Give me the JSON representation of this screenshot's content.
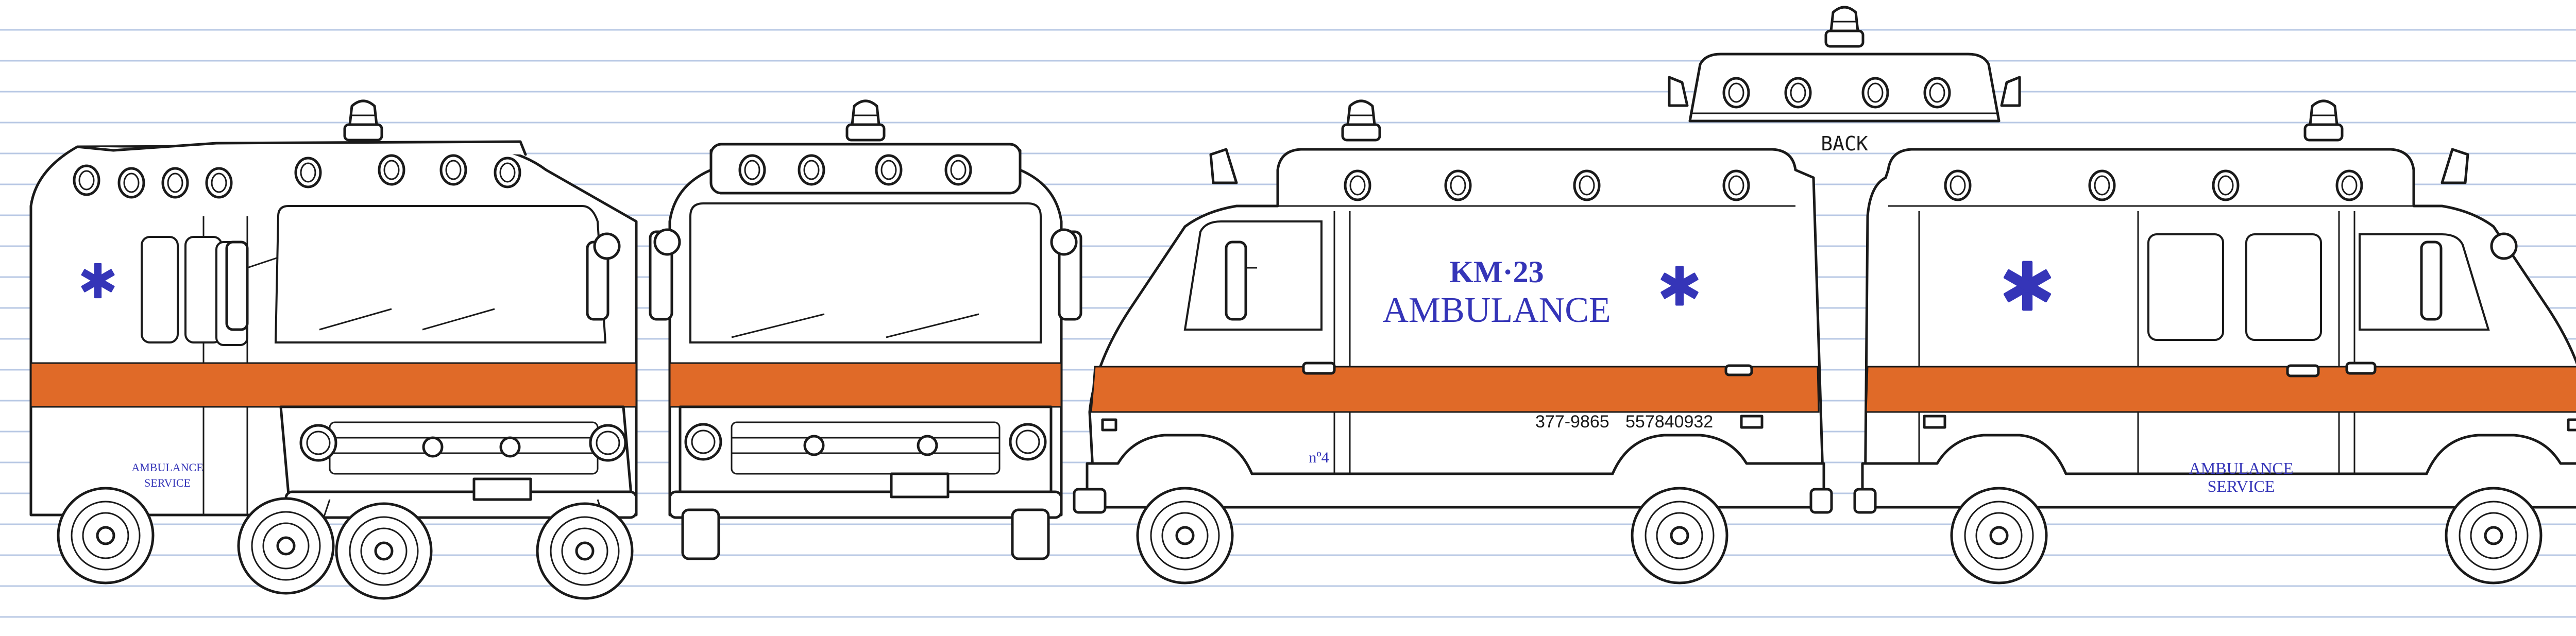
{
  "sheet": {
    "colors": {
      "background": "#ffffff",
      "rule_lines": "#b8c8e4",
      "outline": "#1a1a1a",
      "stripe": "#e06a28",
      "lettering": "#3535b8"
    }
  },
  "three_quarter_view": {
    "door_text_1": "AMBULANCE",
    "door_text_2": "SERVICE"
  },
  "roof_back_view": {
    "label": "BACK"
  },
  "left_side_view": {
    "unit_title": "KM·23",
    "side_title": "AMBULANCE",
    "phone_1": "377-9865",
    "phone_2": "557840932",
    "unit_number": "nº4"
  },
  "right_side_view": {
    "side_text_1": "AMBULANCE",
    "side_text_2": "SERVICE"
  },
  "icons": [
    "star-of-life-icon",
    "beacon-light-icon",
    "flasher-light-icon",
    "side-mirror-icon",
    "wheel-icon",
    "headlight-icon"
  ]
}
